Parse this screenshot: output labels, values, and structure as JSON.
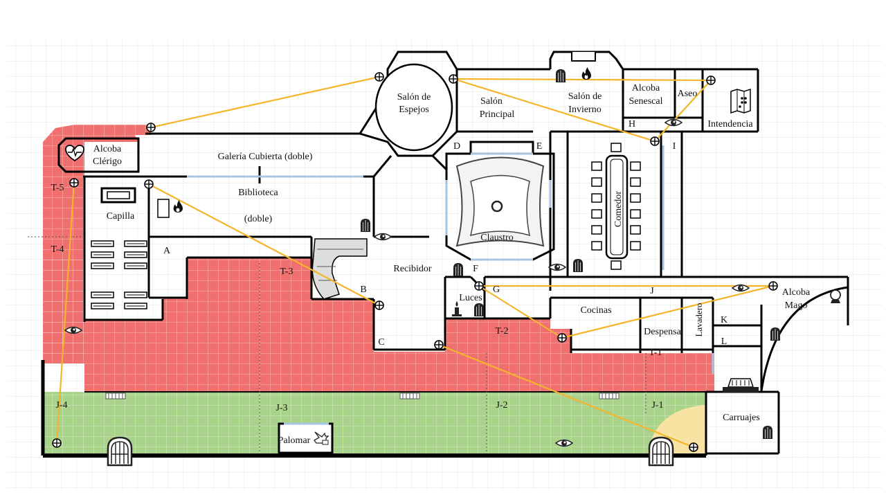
{
  "rooms": {
    "salon_espejos": [
      "Salón de",
      "Espejos"
    ],
    "salon_principal": [
      "Salón",
      "Principal"
    ],
    "salon_invierno": [
      "Salón de",
      "Invierno"
    ],
    "alcoba_senescal": [
      "Alcoba",
      "Senescal"
    ],
    "aseo": "Aseo",
    "intendencia": "Intendencia",
    "alcoba_clerigo": [
      "Alcoba",
      "Clérigo"
    ],
    "galeria": "Galería Cubierta (doble)",
    "biblioteca": [
      "Biblioteca",
      "(doble)"
    ],
    "capilla": "Capilla",
    "claustro": "Claustro",
    "comedor": "Comedor",
    "recibidor": "Recibidor",
    "luces": "Luces",
    "cocinas": "Cocinas",
    "despensa": "Despensa",
    "lavadero": "Lavadero",
    "alcoba_mago": [
      "Alcoba",
      "Mago"
    ],
    "carruajes": "Carruajes",
    "palomar": "Palomar"
  },
  "letters": [
    "A",
    "B",
    "C",
    "D",
    "E",
    "F",
    "G",
    "H",
    "I",
    "J",
    "K",
    "L"
  ],
  "zones": {
    "towers": [
      "T-1",
      "T-2",
      "T-3",
      "T-4",
      "T-5"
    ],
    "gardens": [
      "J-1",
      "J-2",
      "J-3",
      "J-4"
    ]
  },
  "colors": {
    "wall": "#000000",
    "red_zone": "#f07070",
    "green_zone": "#a9d28a",
    "patrol_line": "#f5b52a",
    "window": "#a8c4e0",
    "grid": "#e6e6e6",
    "yard_light": "#f8e3a2"
  },
  "icons": [
    "crosshair-icon",
    "eye-icon",
    "fire-icon",
    "door-icon",
    "gate-icon",
    "candle-icon",
    "dove-icon",
    "crystal-ball-icon",
    "heart-monitor-icon",
    "map-icon",
    "carriage-icon"
  ]
}
